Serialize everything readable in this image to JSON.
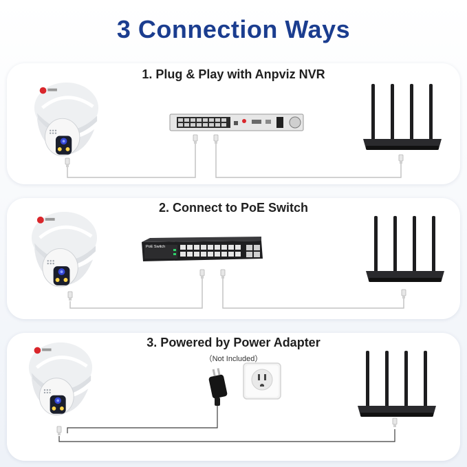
{
  "title": "3 Connection Ways",
  "methods": [
    {
      "title": "1.  Plug & Play with Anpviz NVR"
    },
    {
      "title": "2. Connect to PoE Switch",
      "switch_label": "PoE Switch"
    },
    {
      "title": "3. Powered by Power Adapter",
      "note": "（Not Included）"
    }
  ],
  "icons": {
    "camera": "dome-camera-icon",
    "nvr": "nvr-recorder-icon",
    "switch": "poe-switch-icon",
    "router": "wifi-router-icon",
    "adapter": "power-adapter-icon",
    "outlet": "wall-outlet-icon",
    "plug": "ethernet-plug-icon"
  },
  "colors": {
    "title": "#1b3d8f",
    "panel": "#ffffff",
    "cable": "#c4c4c4"
  }
}
